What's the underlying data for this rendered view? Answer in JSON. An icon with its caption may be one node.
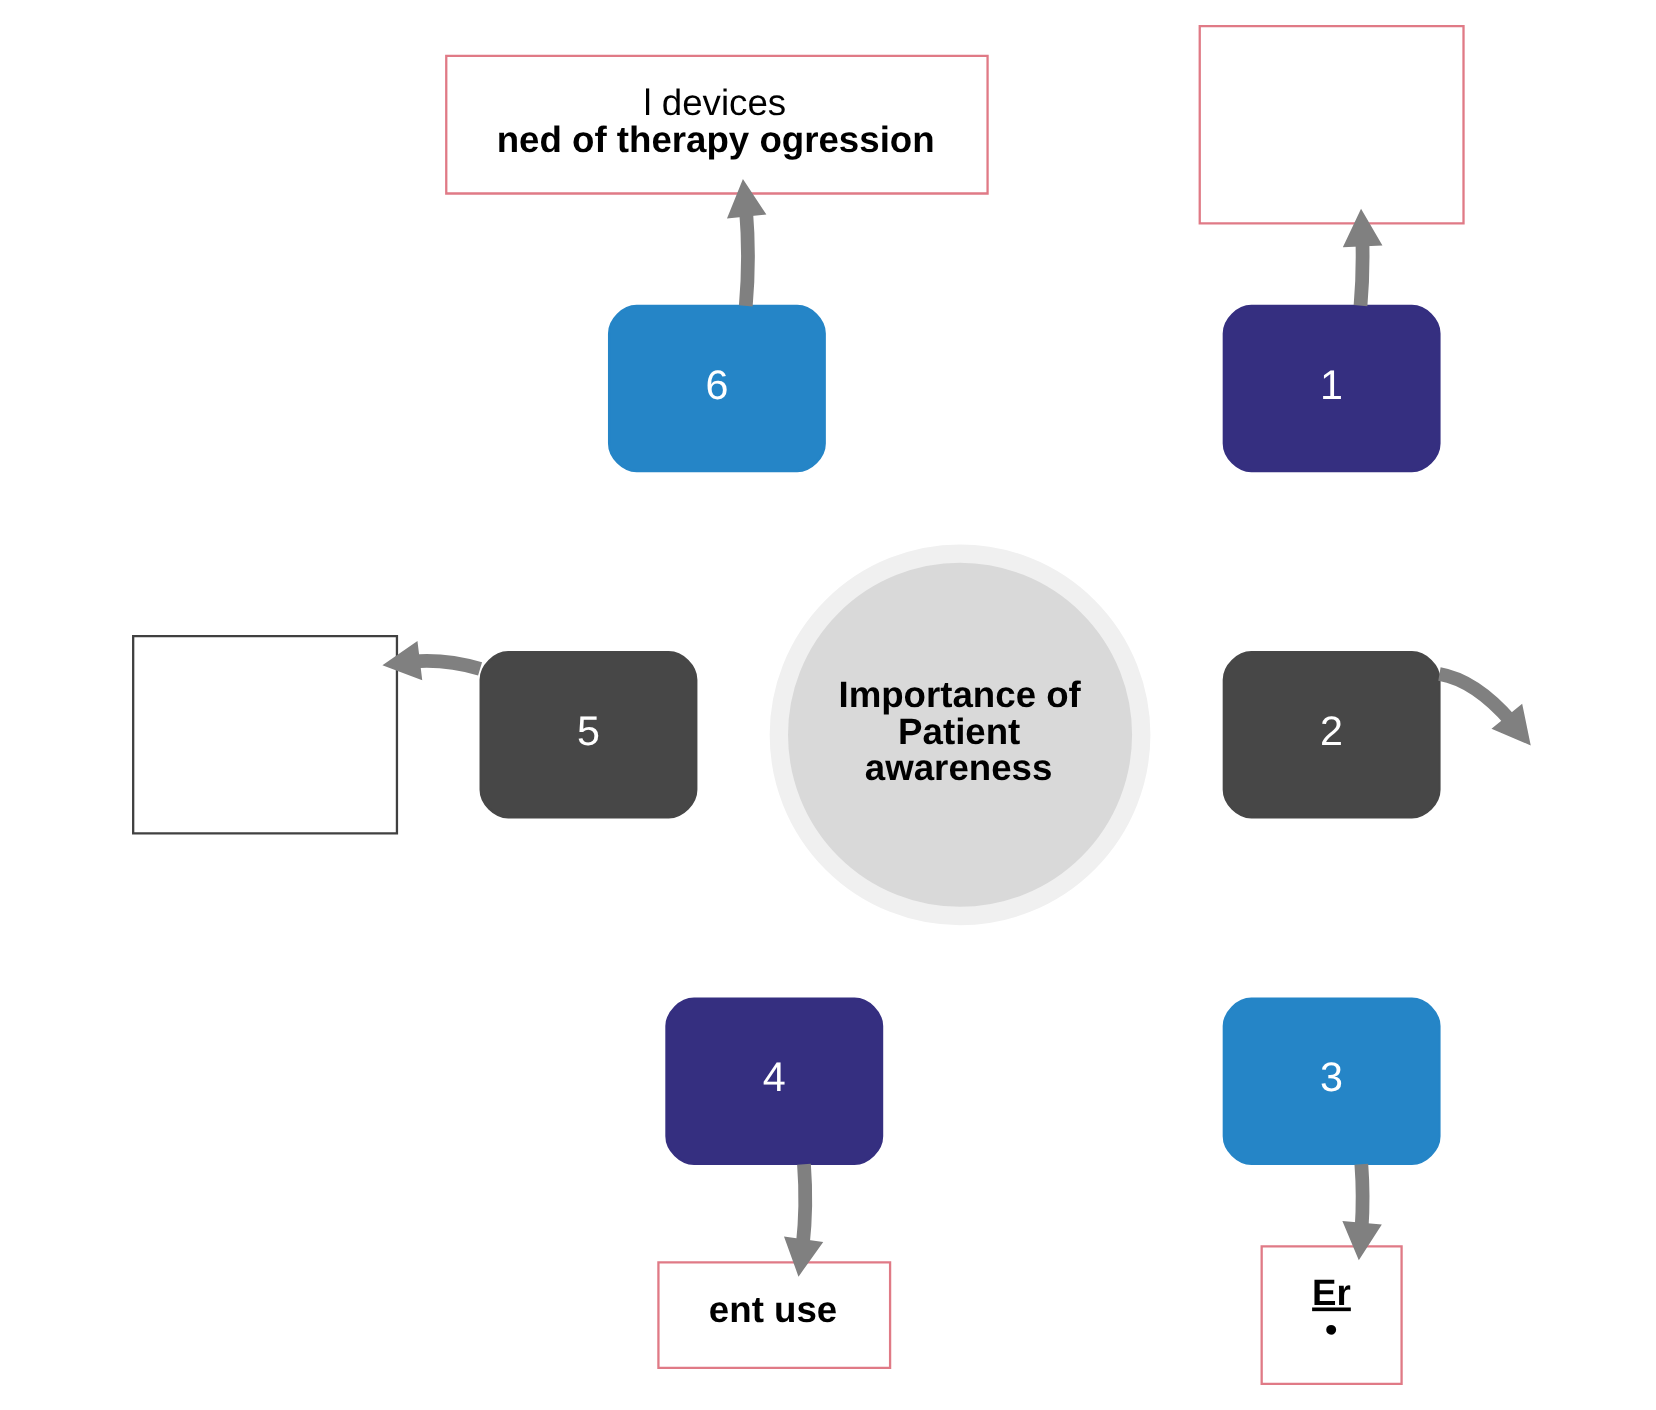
{
  "diagram": {
    "nodes": [
      {
        "text": [
          "l devices",
          "ned of therapy ogression"
        ]
      },
      {
        "text": [],
        "shape": "box"
      },
      {
        "text": [
          "6"
        ]
      },
      {
        "text": [
          "1"
        ]
      },
      {
        "text": [],
        "shape": "box"
      },
      {
        "text": [
          "5"
        ]
      },
      {
        "text": [
          "Importance of Patient awareness"
        ]
      },
      {
        "text": [
          "2"
        ]
      },
      {
        "text": [
          "4"
        ]
      },
      {
        "text": [
          "3"
        ]
      },
      {
        "text": [
          "ent use"
        ]
      },
      {
        "text": [
          "Er",
          "•"
        ]
      }
    ],
    "edges": [
      {
        "from": 2,
        "to": 0,
        "arrow": "to"
      },
      {
        "from": 3,
        "to": 1,
        "arrow": "to"
      },
      {
        "from": 5,
        "to": 4,
        "arrow": "to"
      },
      {
        "from": 7,
        "to": null,
        "arrow": "to"
      },
      {
        "from": 8,
        "to": 10,
        "arrow": "to"
      },
      {
        "from": 9,
        "to": 11,
        "arrow": "to"
      }
    ]
  }
}
